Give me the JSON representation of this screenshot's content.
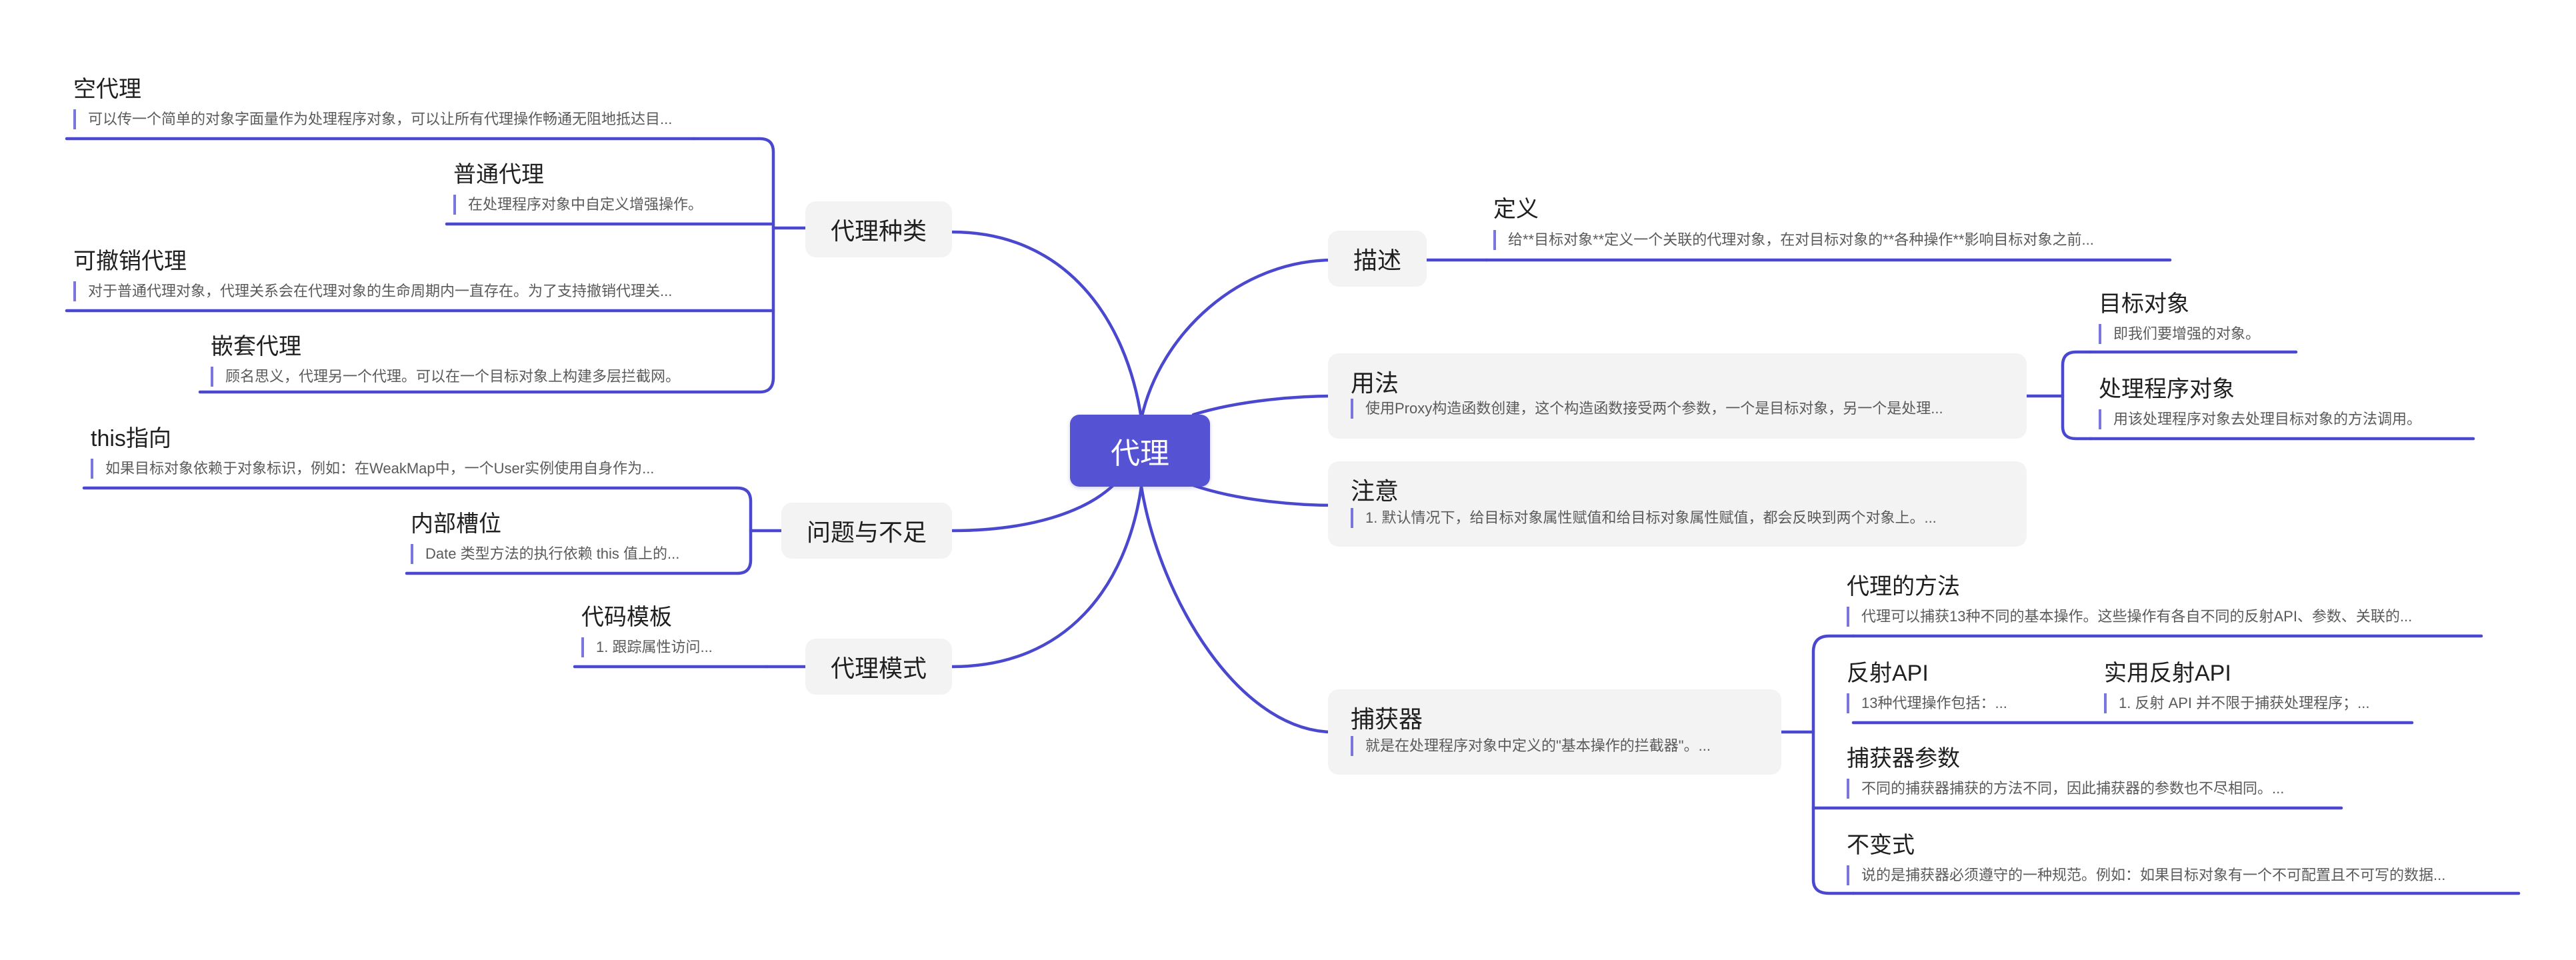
{
  "root": {
    "label": "代理"
  },
  "colors": {
    "accent": "#5552d4",
    "line": "#4b48d0",
    "pill_bg": "#f3f3f3",
    "note_text": "#5a5a5a"
  },
  "right": {
    "describe": {
      "label": "描述",
      "definition": {
        "title": "定义",
        "text": "给**目标对象**定义一个关联的代理对象，在对目标对象的**各种操作**影响目标对象之前..."
      }
    },
    "usage": {
      "label": "用法",
      "text": "使用Proxy构造函数创建，这个构造函数接受两个参数，一个是目标对象，另一个是处理...",
      "target": {
        "title": "目标对象",
        "text": "即我们要增强的对象。"
      },
      "handler": {
        "title": "处理程序对象",
        "text": "用该处理程序对象去处理目标对象的方法调用。"
      }
    },
    "caution": {
      "label": "注意",
      "text": "1.  默认情况下，给目标对象属性赋值和给目标对象属性赋值，都会反映到两个对象上。..."
    },
    "trap": {
      "label": "捕获器",
      "text": "就是在处理程序对象中定义的\"基本操作的拦截器\"。...",
      "methods": {
        "title": "代理的方法",
        "text": "代理可以捕获13种不同的基本操作。这些操作有各自不同的反射API、参数、关联的..."
      },
      "reflect": {
        "title": "反射API",
        "text": "13种代理操作包括：..."
      },
      "practical": {
        "title": "实用反射API",
        "text": "1.  反射 API 并不限于捕获处理程序；..."
      },
      "params": {
        "title": "捕获器参数",
        "text": "不同的捕获器捕获的方法不同，因此捕获器的参数也不尽相同。..."
      },
      "invariant": {
        "title": "不变式",
        "text": "说的是捕获器必须遵守的一种规范。例如：如果目标对象有一个不可配置且不可写的数据..."
      }
    }
  },
  "left": {
    "kinds": {
      "label": "代理种类",
      "empty": {
        "title": "空代理",
        "text": "可以传一个简单的对象字面量作为处理程序对象，可以让所有代理操作畅通无阻地抵达目..."
      },
      "normal": {
        "title": "普通代理",
        "text": "在处理程序对象中自定义增强操作。"
      },
      "revocable": {
        "title": "可撤销代理",
        "text": "对于普通代理对象，代理关系会在代理对象的生命周期内一直存在。为了支持撤销代理关..."
      },
      "nested": {
        "title": "嵌套代理",
        "text": "顾名思义，代理另一个代理。可以在一个目标对象上构建多层拦截网。"
      }
    },
    "issues": {
      "label": "问题与不足",
      "this_ref": {
        "title": "this指向",
        "text": "如果目标对象依赖于对象标识，例如：在WeakMap中，一个User实例使用自身作为..."
      },
      "slot": {
        "title": "内部槽位",
        "text": "Date 类型方法的执行依赖 this 值上的..."
      }
    },
    "pattern": {
      "label": "代理模式",
      "template": {
        "title": "代码模板",
        "text": "1.  跟踪属性访问..."
      }
    }
  }
}
